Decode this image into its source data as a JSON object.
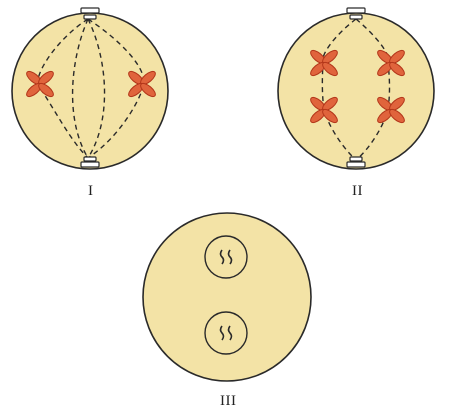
{
  "figure": {
    "cells": [
      {
        "id": "I",
        "label": "I",
        "chromosomes": 2
      },
      {
        "id": "II",
        "label": "II",
        "chromosomes": 4
      },
      {
        "id": "III",
        "label": "III",
        "nuclei": 2
      }
    ]
  },
  "colors": {
    "background": "#ffffff",
    "cell_fill": "#f3e3a6",
    "cell_outline": "#2a2a2a",
    "chromosome_fill": "#e0643c",
    "chromosome_stroke": "#b3361a",
    "spindle": "#2a2a2a",
    "centriole": "#ffffff",
    "nucleus_fill": "#f3e3a6",
    "nucleus_outline": "#2a2a2a"
  }
}
